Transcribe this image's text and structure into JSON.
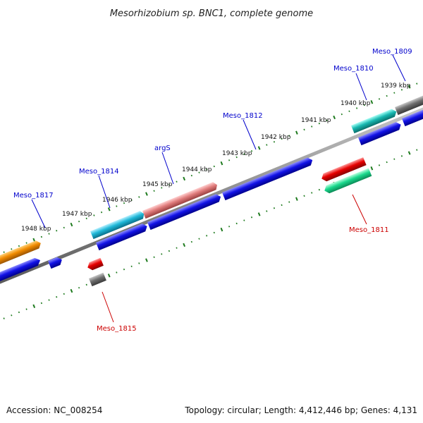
{
  "title": "Mesorhizobium sp. BNC1, complete genome",
  "footer": {
    "accession": "Accession: NC_008254",
    "summary": "Topology: circular; Length: 4,412,446 bp; Genes: 4,131"
  },
  "colors": {
    "backbone": "#8c8c8c",
    "tick": "#1d7a1d",
    "forward_label": "#0000cc",
    "reverse_label": "#cc0000",
    "blue": "#1212e6",
    "cyan": "#1fb8d8",
    "salmon": "#e07c7c",
    "orange": "#f08a00",
    "teal": "#17b8b0",
    "spring": "#19d88c",
    "red": "#e60000",
    "gray": "#6e6e6e"
  },
  "kbp_labels": [
    "1939 kbp",
    "1940 kbp",
    "1941 kbp",
    "1942 kbp",
    "1943 kbp",
    "1944 kbp",
    "1945 kbp",
    "1946 kbp",
    "1947 kbp",
    "1948 kbp"
  ],
  "gene_labels": [
    {
      "text": "Meso_1809",
      "strand": "forward"
    },
    {
      "text": "Meso_1810",
      "strand": "forward"
    },
    {
      "text": "Meso_1812",
      "strand": "forward"
    },
    {
      "text": "argS",
      "strand": "forward"
    },
    {
      "text": "Meso_1814",
      "strand": "forward"
    },
    {
      "text": "Meso_1817",
      "strand": "forward"
    },
    {
      "text": "Meso_1811",
      "strand": "reverse"
    },
    {
      "text": "Meso_1815",
      "strand": "reverse"
    }
  ]
}
